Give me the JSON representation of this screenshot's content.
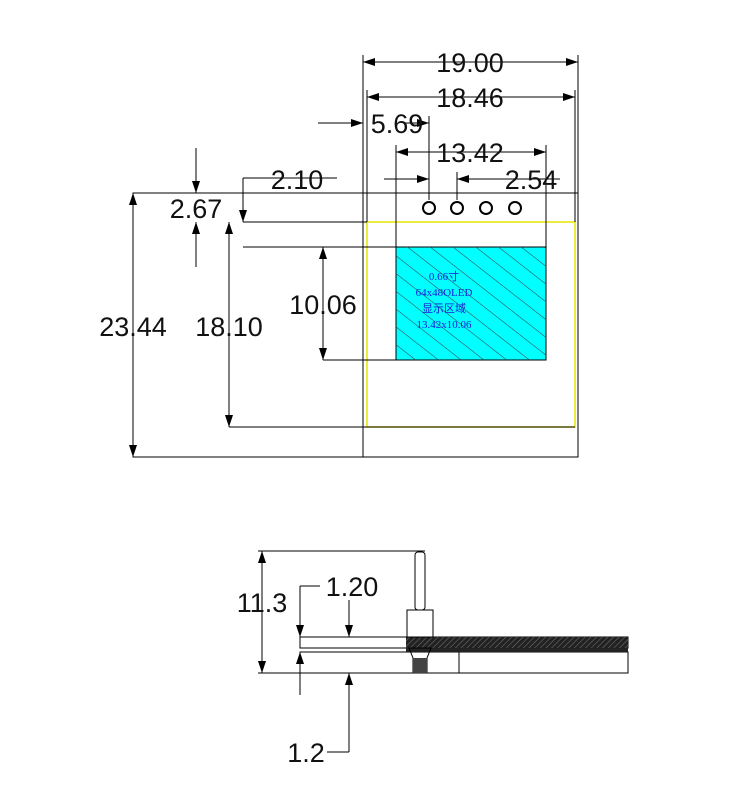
{
  "colors": {
    "line": "#000000",
    "display_area": "#00FFFF",
    "active_outline": "#E6E600",
    "label_text": "#1A1ADC"
  },
  "top_view": {
    "dims": {
      "width_overall": "19.00",
      "width_glass": "18.46",
      "offset_left": "5.69",
      "display_width": "13.42",
      "pin_pitch": "2.54",
      "pin_offset": "2.10",
      "top_margin": "2.67",
      "height_overall": "23.44",
      "height_glass": "18.10",
      "display_height": "10.06"
    },
    "display_label": {
      "line1": "0.66寸",
      "line2": "64x48OLED",
      "line3": "显示区域",
      "line4": "13.42x10.06"
    },
    "pin_count": 4
  },
  "side_view": {
    "dims": {
      "total_height": "11.3",
      "upper_thickness": "1.20",
      "lower_thickness": "1.2"
    }
  }
}
